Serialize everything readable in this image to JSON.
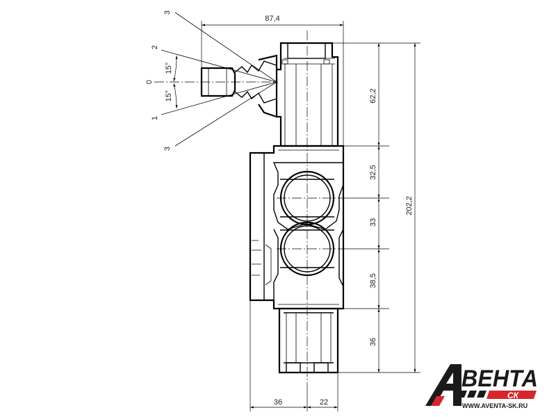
{
  "dimensions": {
    "width_top": "87,4",
    "h_upper": "62,2",
    "h_port_a": "32,5",
    "h_port_gap": "33",
    "h_port_b": "38,5",
    "h_lower": "36",
    "h_total": "202,2",
    "w_left": "36",
    "w_right": "22"
  },
  "lever_positions": {
    "pos_3_top": "3",
    "pos_2": "2",
    "pos_0": "0",
    "pos_1": "1",
    "pos_3_bottom": "3",
    "angle_upper": "15°",
    "angle_lower": "15°"
  },
  "brand": {
    "name_part1": "ВЕНТА",
    "name_part2": "СК",
    "url": "WWW.AVENTA-SK.RU",
    "colors": {
      "dark": "#1a1a1a",
      "red": "#d6262c"
    }
  }
}
